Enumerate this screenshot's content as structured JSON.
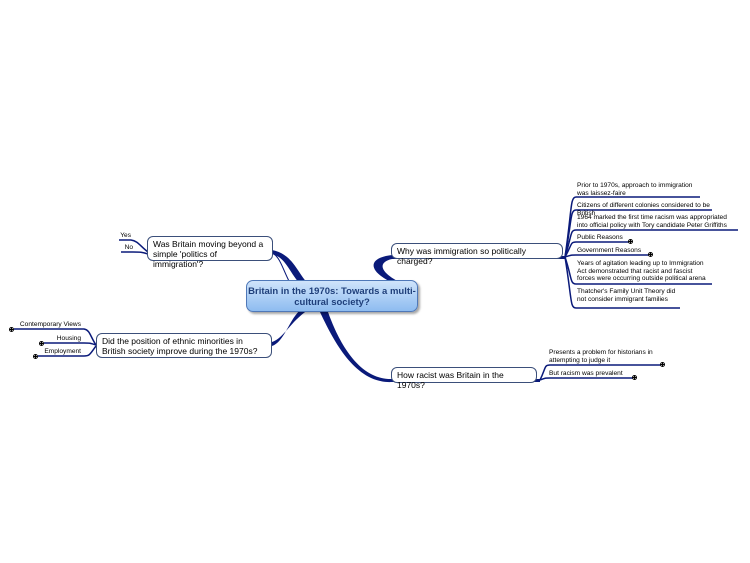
{
  "central": {
    "title": "Britain in the 1970s: Towards a multi-cultural society?"
  },
  "branches": {
    "beyond": {
      "label": "Was Britain moving beyond a simple 'politics of immigration'?",
      "children": [
        "Yes",
        "No"
      ]
    },
    "minorities": {
      "label": "Did the position of ethnic minorities in British society improve during the 1970s?",
      "children": [
        "Contemporary Views",
        "Housing",
        "Employment"
      ]
    },
    "charged": {
      "label": "Why was immigration so politically charged?",
      "children": [
        "Prior to 1970s, approach to immigration was laissez-faire",
        "Citizens of different colonies considered to be British",
        "1964 marked the first time racism was appropriated into official policy with Tory candidate Peter Griffiths",
        "Public Reasons",
        "Government Reasons",
        "Years of agitation leading up to Immigration Act demonstrated that racist and fascist forces were occurring outside political arena",
        "Thatcher's Family Unit Theory did not consider immigrant families"
      ]
    },
    "racist": {
      "label": "How racist was Britain in the 1970s?",
      "children": [
        "Presents a problem for historians in attempting to judge it",
        "But racism was prevalent"
      ]
    }
  },
  "colors": {
    "branch": "#0a1a7a",
    "central_text": "#1f3f7a",
    "central_fill_top": "#cfe4fb",
    "central_fill_bottom": "#8ebcf0"
  }
}
